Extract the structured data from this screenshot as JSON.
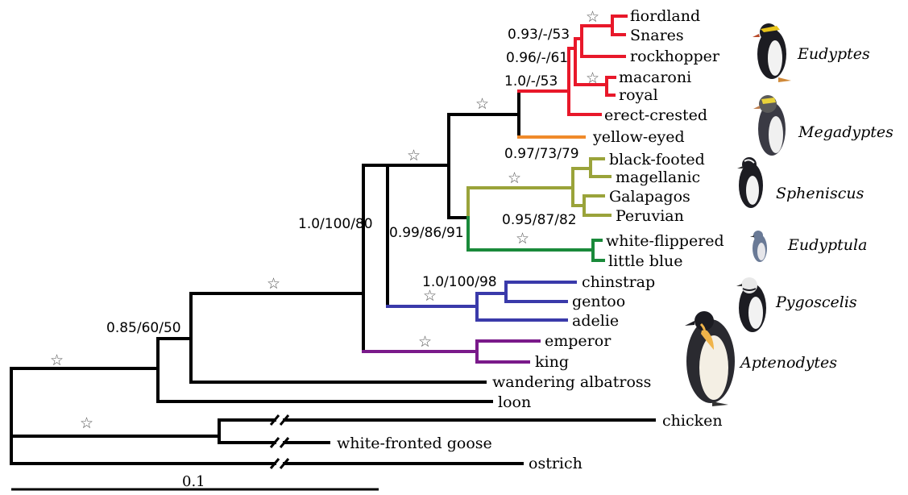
{
  "colors": {
    "eudyptes": "#e8182a",
    "megadyptes": "#f08a2a",
    "spheniscus": "#9aa33a",
    "eudyptula": "#1a8a3a",
    "pygoscelis": "#3a3aaa",
    "aptenodytes": "#7a1a8a",
    "other": "#000000"
  },
  "taxa": {
    "fiordland": "fiordland",
    "snares": "Snares",
    "rockhopper": "rockhopper",
    "macaroni": "macaroni",
    "royal": "royal",
    "erect_crested": "erect-crested",
    "yellow_eyed": "yellow-eyed",
    "black_footed": "black-footed",
    "magellanic": "magellanic",
    "galapagos": "Galapagos",
    "peruvian": "Peruvian",
    "white_flippered": "white-flippered",
    "little_blue": "little blue",
    "chinstrap": "chinstrap",
    "gentoo": "gentoo",
    "adelie": "adelie",
    "emperor": "emperor",
    "king": "king",
    "wandering_albatross": "wandering albatross",
    "loon": "loon",
    "chicken": "chicken",
    "white_fronted_goose": "white-fronted goose",
    "ostrich": "ostrich"
  },
  "genera": {
    "eudyptes": "Eudyptes",
    "megadyptes": "Megadyptes",
    "spheniscus": "Spheniscus",
    "eudyptula": "Eudyptula",
    "pygoscelis": "Pygoscelis",
    "aptenodytes": "Aptenodytes"
  },
  "support": {
    "s1": "0.93/-/53",
    "s2": "0.96/-/61",
    "s3": "1.0/-/53",
    "s4": "0.97/73/79",
    "s5": "0.95/87/82",
    "s6": "0.99/86/91",
    "s7": "1.0/100/80",
    "s8": "1.0/100/98",
    "s9": "0.85/60/50"
  },
  "star_glyph": "☆",
  "scale_bar": {
    "label": "0.1"
  }
}
